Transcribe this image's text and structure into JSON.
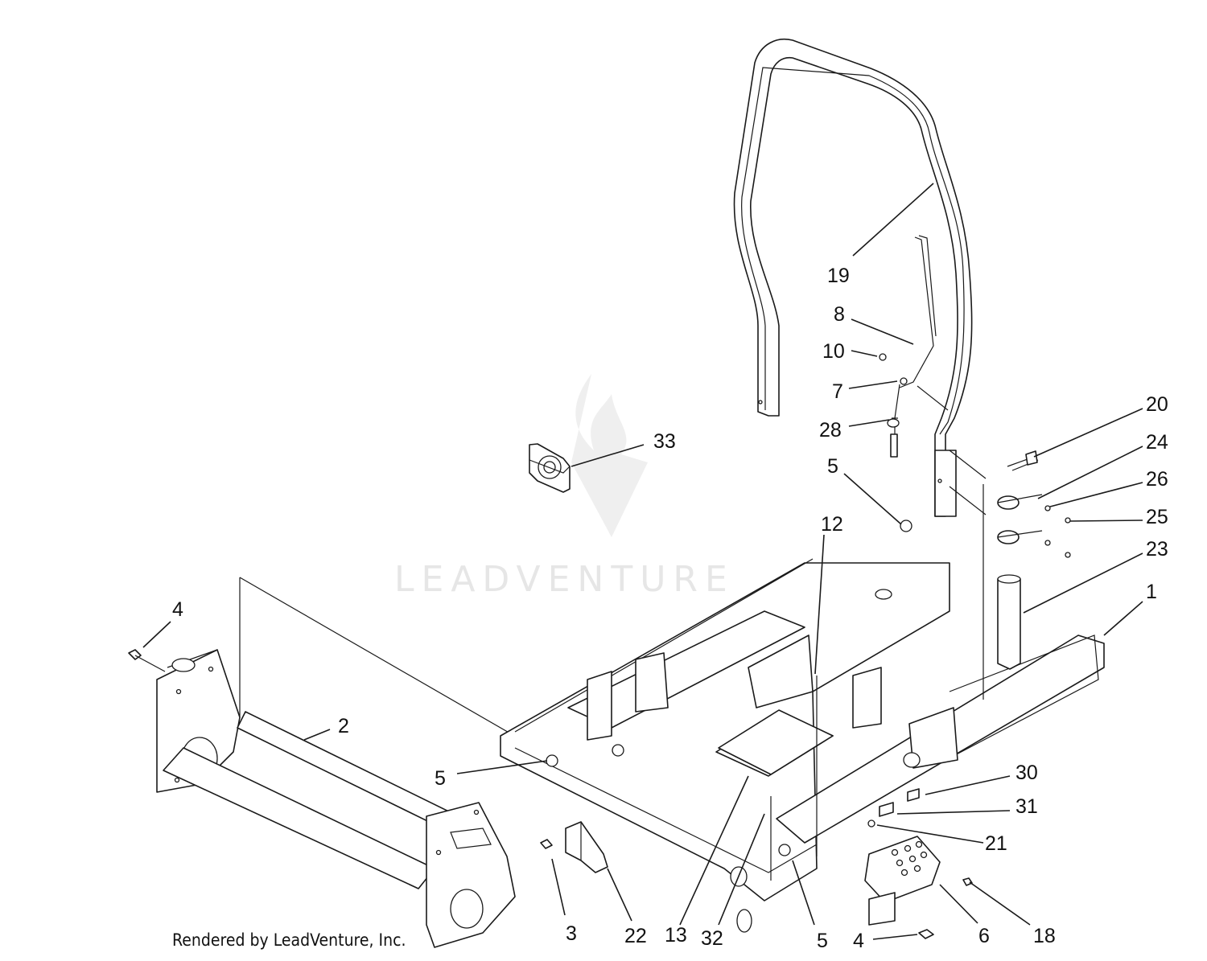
{
  "watermark": {
    "brand": "LEADVENTURE"
  },
  "credit": "Rendered by LeadVenture, Inc.",
  "callouts": {
    "c1": "1",
    "c2": "2",
    "c3": "3",
    "c4a": "4",
    "c4b": "4",
    "c5a": "5",
    "c5b": "5",
    "c5c": "5",
    "c6": "6",
    "c7": "7",
    "c8": "8",
    "c10": "10",
    "c12": "12",
    "c13": "13",
    "c18": "18",
    "c19": "19",
    "c20": "20",
    "c21": "21",
    "c22": "22",
    "c23": "23",
    "c24": "24",
    "c25": "25",
    "c26": "26",
    "c28": "28",
    "c30": "30",
    "c31": "31",
    "c32": "32",
    "c33": "33"
  }
}
